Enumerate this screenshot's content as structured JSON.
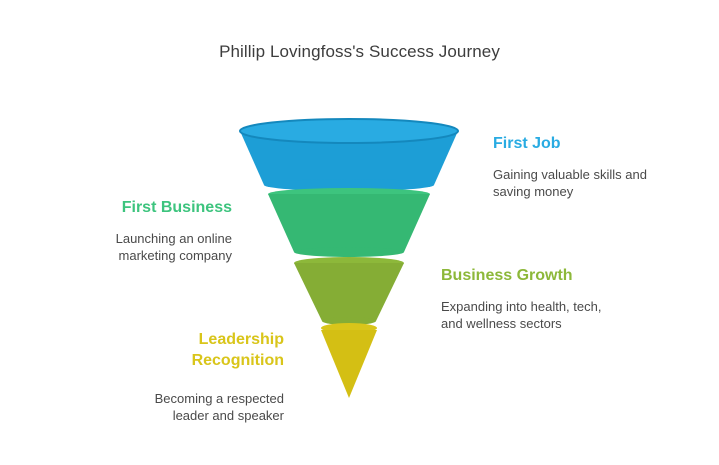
{
  "title": "Phillip Lovingfoss's Success Journey",
  "stages": [
    {
      "heading": "First Job",
      "description_lines": [
        "Gaining valuable skills and",
        "saving money"
      ],
      "color": "#29abe2"
    },
    {
      "heading": "First Business",
      "description_lines": [
        "Launching an online",
        "marketing company"
      ],
      "color": "#3dc47e"
    },
    {
      "heading": "Business Growth",
      "description_lines": [
        "Expanding into health, tech,",
        "and wellness sectors"
      ],
      "color": "#8db83a"
    },
    {
      "heading": "Leadership",
      "heading_line2": "Recognition",
      "description_lines": [
        "Becoming a respected",
        "leader and speaker"
      ],
      "color": "#d9c51a"
    }
  ]
}
